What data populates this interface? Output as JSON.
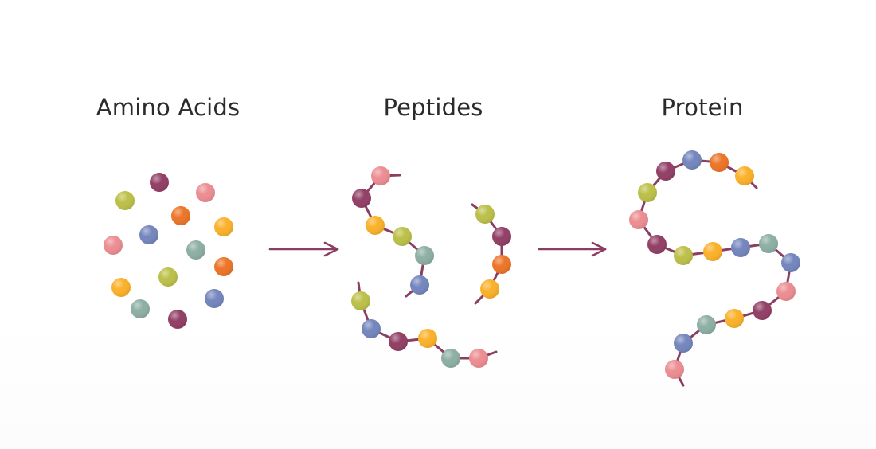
{
  "diagram": {
    "stages": [
      {
        "key": "amino",
        "title": "Amino Acids"
      },
      {
        "key": "peptides",
        "title": "Peptides"
      },
      {
        "key": "protein",
        "title": "Protein"
      }
    ]
  },
  "colors": {
    "chain": "#8a3e62",
    "arrow": "#8a3e62",
    "title_text": "#2b2b2b",
    "beads": {
      "pink": "#ec8d92",
      "purple": "#923f66",
      "olive": "#bcc049",
      "orange": "#ec7528",
      "blue": "#7486bd",
      "yellow": "#fbb12a",
      "teal": "#8dafa4"
    }
  }
}
